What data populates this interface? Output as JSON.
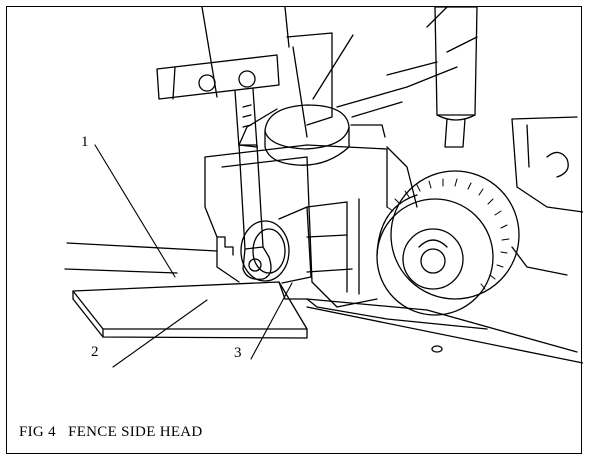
{
  "figure": {
    "caption": "FIG 4   FENCE SIDE HEAD",
    "callouts": [
      "1",
      "2",
      "3"
    ]
  },
  "colors": {
    "ink": "#000000",
    "paper": "#ffffff"
  }
}
